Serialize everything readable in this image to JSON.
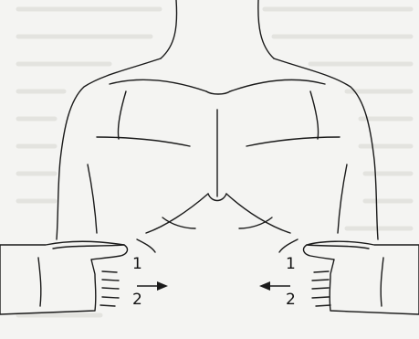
{
  "labels": {
    "left_top": "1",
    "left_bottom": "2",
    "right_top": "1",
    "right_bottom": "2"
  },
  "colors": {
    "ink": "#1a1a1a",
    "paper": "#f4f4f2",
    "ghost_text": "#d6d6d2"
  }
}
